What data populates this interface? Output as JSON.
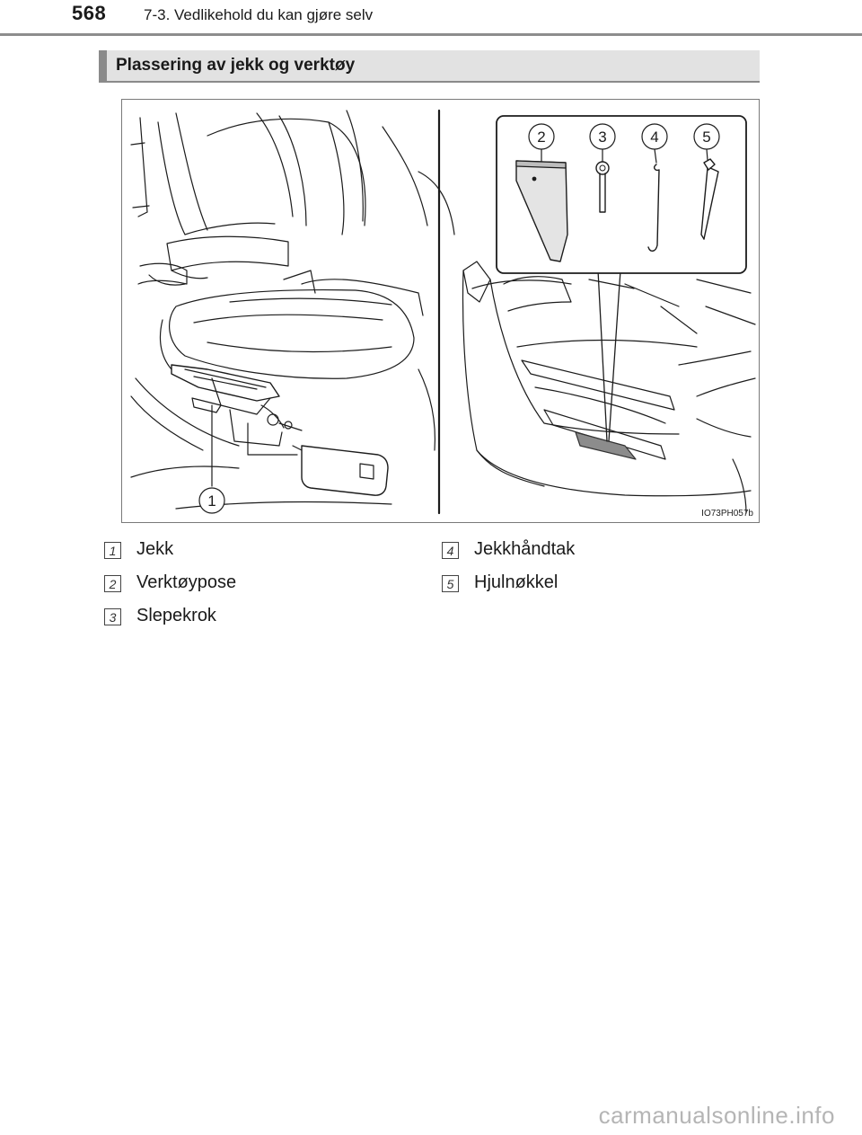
{
  "header": {
    "page_number": "568",
    "chapter_title": "7-3. Vedlikehold du kan gjøre selv"
  },
  "section": {
    "title": "Plassering av jekk og verktøy"
  },
  "figure": {
    "callouts": [
      "1",
      "2",
      "3",
      "4",
      "5"
    ],
    "code": "IO73PH057b"
  },
  "legend": [
    {
      "num": "1",
      "label": "Jekk"
    },
    {
      "num": "2",
      "label": "Verktøypose"
    },
    {
      "num": "3",
      "label": "Slepekrok"
    },
    {
      "num": "4",
      "label": "Jekkhåndtak"
    },
    {
      "num": "5",
      "label": "Hjulnøkkel"
    }
  ],
  "watermark": "carmanualsonline.info"
}
